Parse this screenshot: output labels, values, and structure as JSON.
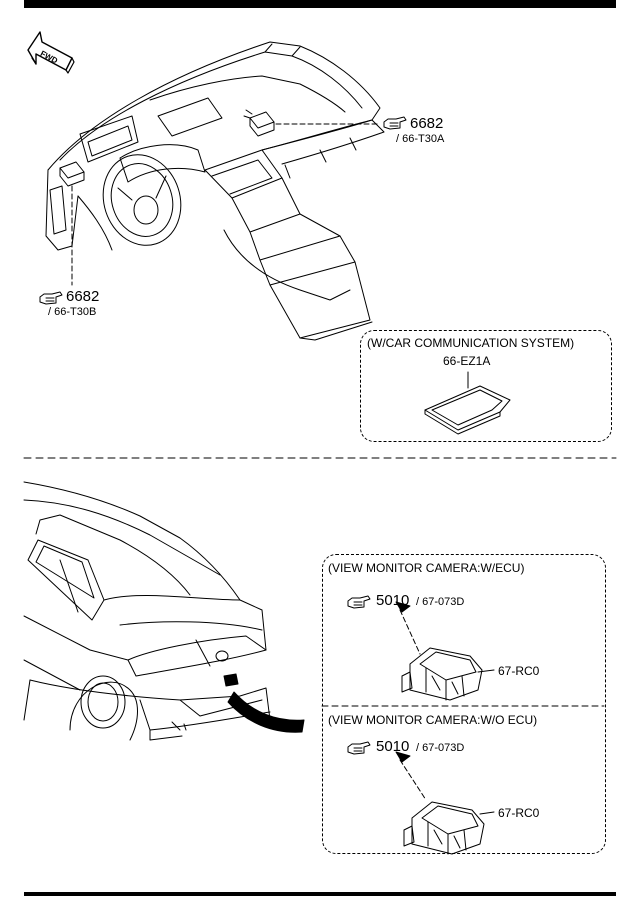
{
  "header": {
    "fwd_label": "FWD"
  },
  "top_section": {
    "ref_right": {
      "number": "6682",
      "code": "/ 66-T30A"
    },
    "ref_left": {
      "number": "6682",
      "code": "/ 66-T30B"
    },
    "inset": {
      "title": "(W/CAR COMMUNICATION SYSTEM)",
      "part": "66-EZ1A"
    }
  },
  "bottom_section": {
    "panel_upper": {
      "title": "(VIEW MONITOR CAMERA:W/ECU)",
      "ref_number": "5010",
      "ref_code": "/ 67-073D",
      "part": "67-RC0"
    },
    "panel_lower": {
      "title": "(VIEW MONITOR CAMERA:W/O ECU)",
      "ref_number": "5010",
      "ref_code": "/ 67-073D",
      "part": "67-RC0"
    }
  }
}
